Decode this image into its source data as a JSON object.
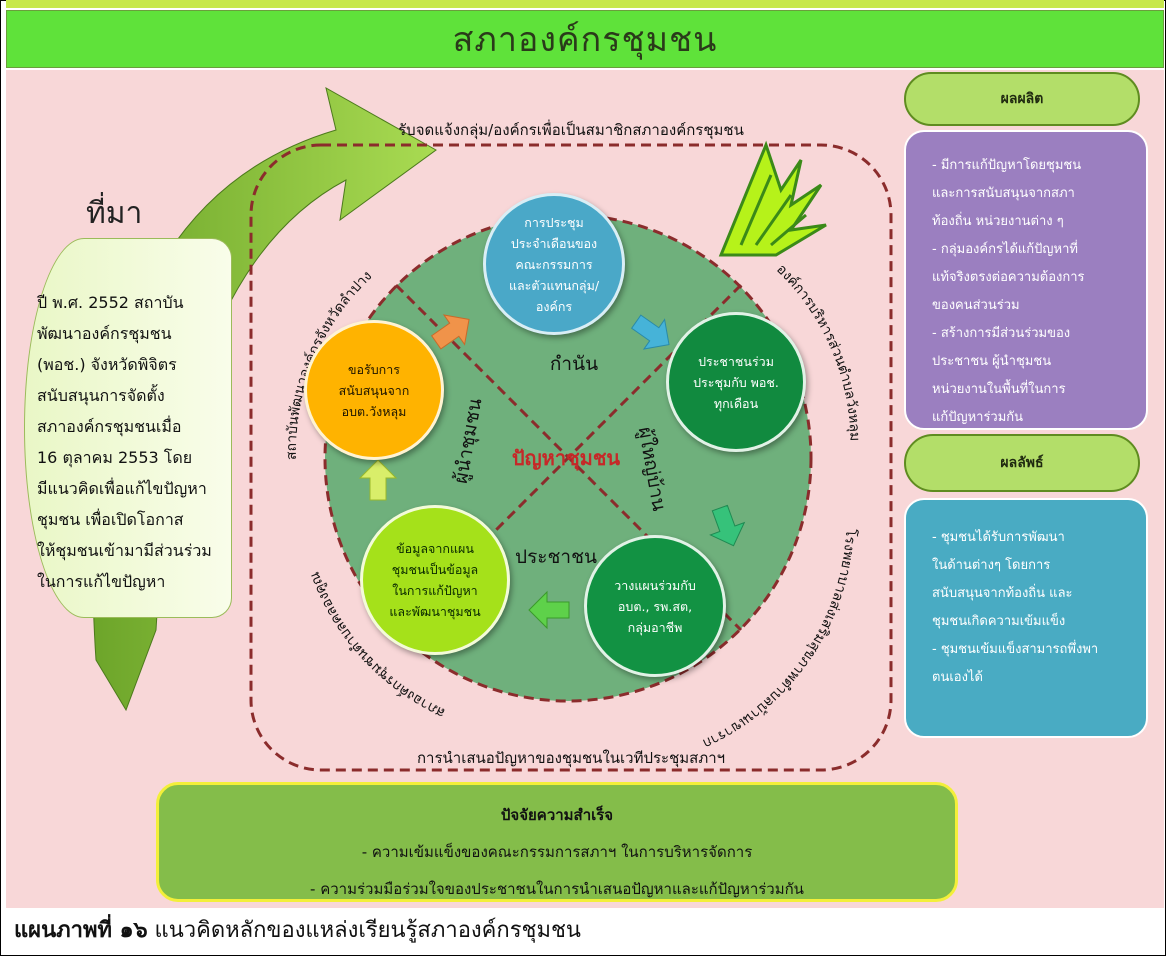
{
  "title": "สภาองค์กรชุมชน",
  "source": {
    "label": "ที่มา",
    "text": "ปี พ.ศ. 2552 สถาบัน\nพัฒนาองค์กรชุมชน\n(พอช.) จังหวัดพิจิตร\nสนับสนุนการจัดตั้ง\nสภาองค์กรชุมชนเมื่อ\n16 ตุลาคม 2553 โดย\nมีแนวคิดเพื่อแก้ไขปัญหา\nชุมชน เพื่อเปิดโอกาส\nให้ชุมชนเข้ามามีส่วนร่วม\nในการแก้ไขปัญหา"
  },
  "frame": {
    "top_label": "รับจดแจ้งกลุ่ม/องค์กรเพื่อเป็นสมาชิกสภาองค์กรชุมชน",
    "bottom_label": "การนำเสนอปัญหาของชุมชนในเวทีประชุมสภาฯ"
  },
  "center": {
    "label": "ปัญหาชุมชน",
    "quadrants": [
      "กำนัน",
      "ผู้ใหญ่บ้าน",
      "ประชาชน",
      "ผู้นำชุมชน"
    ]
  },
  "circles": [
    "การประชุม\nประจำเดือนของ\nคณะกรรมการ\nและตัวแทนกลุ่ม/\nองค์กร",
    "ประชาชนร่วม\nประชุมกับ พอช.\nทุกเดือน",
    "วางแผนร่วมกับ\nอบต., รพ.สต,\nกลุ่มอาชีพ",
    "ข้อมูลจากแผน\nชุมชนเป็นข้อมูล\nในการแก้ปัญหา\nและพัฒนาชุมชน",
    "ขอรับการ\nสนับสนุนจาก\nอบต.วังหลุม"
  ],
  "partners": {
    "top_left": "สถาบันพัฒนาองค์กรจังหวัดลำปาง",
    "top_right": "องค์การบริหารส่วนตำบลวังหลุม",
    "bottom_right": "โรงพยาบาลส่งเสริมสุขภาพตำบลบ้านเขาราก",
    "bottom_left": "สภาองค์กรชุมชนตำบลคลองคูณ"
  },
  "output": {
    "title": "ผลผลิต",
    "text": "- มีการแก้ปัญหาโดยชุมชน\nและการสนับสนุนจากสภา\nท้องถิ่น  หน่วยงานต่าง ๆ\n- กลุ่มองค์กรได้แก้ปัญหาที่\nแท้จริงตรงต่อความต้องการ\nของคนส่วนร่วม\n- สร้างการมีส่วนร่วมของ\nประชาชน ผู้นำชุมชน\nหน่วยงานในพื้นที่ในการ\nแก้ปัญหาร่วมกัน"
  },
  "result": {
    "title": "ผลลัพธ์",
    "text": "- ชุมชนได้รับการพัฒนา\nในด้านต่างๆ โดยการ\nสนับสนุนจากท้องถิ่น และ\nชุมชนเกิดความเข้มแข็ง\n- ชุมชนเข้มแข็งสามารถพึ่งพา\nตนเองได้"
  },
  "success": {
    "title": "ปัจจัยความสำเร็จ",
    "line1": "- ความเข้มแข็งของคณะกรรมการสภาฯ  ในการบริหารจัดการ",
    "line2": "- ความร่วมมือร่วมใจของประชาชนในการนำเสนอปัญหาและแก้ปัญหาร่วมกัน"
  },
  "caption": {
    "label": "แผนภาพที่   ๑๖",
    "text": "  แนวคิดหลักของแหล่งเรียนรู้สภาองค์กรชุมชน"
  },
  "colors": {
    "background": "#f8d7d8",
    "title_bar": "#5fe23a",
    "center_circle": "#6fb07c",
    "output_box": "#9b7fc0",
    "result_box": "#49abc3",
    "success_box": "#84bd4a"
  }
}
